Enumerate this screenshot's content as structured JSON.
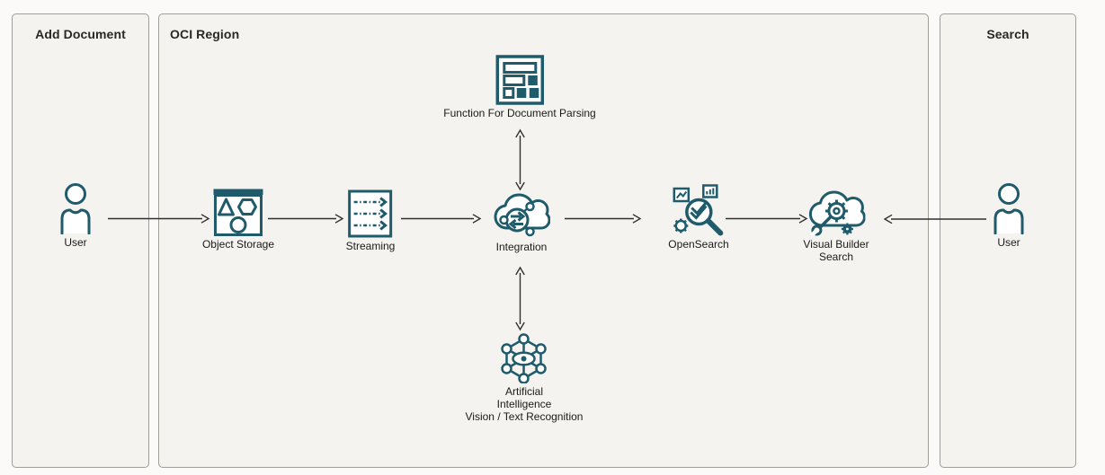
{
  "panels": {
    "add_document": {
      "title": "Add Document"
    },
    "oci_region": {
      "title": "OCI Region"
    },
    "search": {
      "title": "Search"
    }
  },
  "nodes": {
    "user_left": {
      "label": "User"
    },
    "object_storage": {
      "label": "Object Storage"
    },
    "streaming": {
      "label": "Streaming"
    },
    "integration": {
      "label": "Integration"
    },
    "function_parsing": {
      "label": "Function For Document Parsing"
    },
    "opensearch": {
      "label": "OpenSearch"
    },
    "visual_builder": {
      "lines": [
        "Visual Builder",
        "Search"
      ]
    },
    "ai": {
      "lines": [
        "Artificial",
        "Intelligence",
        "Vision / Text Recognition"
      ]
    },
    "user_right": {
      "label": "User"
    }
  },
  "colors": {
    "background": "#fbfaf8",
    "panel_fill": "#f4f3f0",
    "panel_border": "#a19d97",
    "icon": "#1f5b6b",
    "arrow": "#33302c",
    "text": "#1c1a17"
  }
}
